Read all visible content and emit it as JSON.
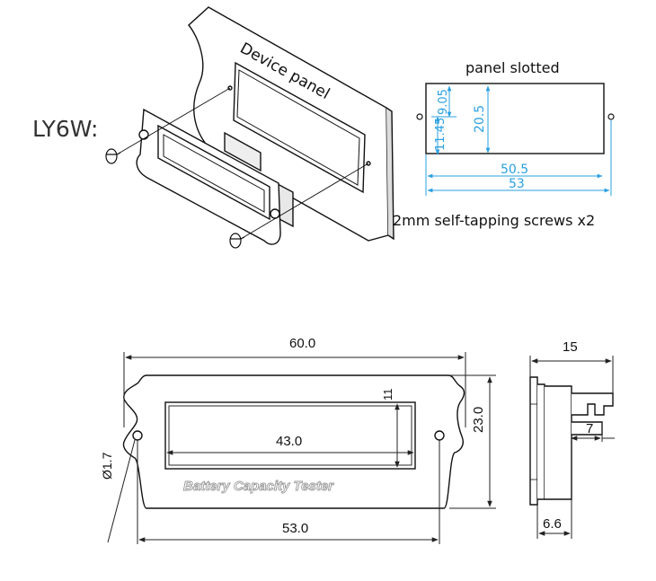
{
  "model_label": "LY6W:",
  "top_view": {
    "device_panel_label": "Device panel"
  },
  "panel_slotted": {
    "title": "panel slotted",
    "dim_11_45": "11.45",
    "dim_9_05": "9.05",
    "dim_20_5": "20.5",
    "dim_50_5": "50.5",
    "dim_53": "53",
    "screws_note": "2mm self-tapping screws x2",
    "dimension_color": "#2aa0e0"
  },
  "front_view": {
    "width_overall": "60.0",
    "window_width": "43.0",
    "hole_spacing": "53.0",
    "height": "23.0",
    "window_height": "11",
    "hole_diameter": "Ø1.7",
    "face_text": "Battery Capacity Tester"
  },
  "side_view": {
    "depth": "15",
    "tab": "7",
    "bezel": "6.6"
  }
}
